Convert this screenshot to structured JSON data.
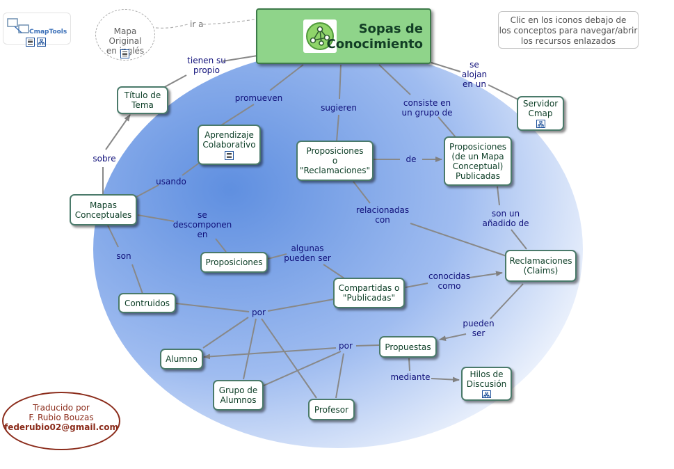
{
  "title": "Sopas de\nConocimiento",
  "note": "Clic en los iconos debajo de\nlos conceptos para navegar/abrir\nlos recursos enlazados",
  "original_map": {
    "text": "Mapa\nOriginal\nen inglés",
    "link_label": "ir a"
  },
  "cmaptools_logo": "CmapTools",
  "translator": {
    "line1": "Traducido por",
    "line2": "F. Rubio Bouzas",
    "email": "federubio02@gmail.com"
  },
  "colors": {
    "node_text": "#0b3d25",
    "link_text": "#10107a",
    "main_fill": "#8fd48a",
    "background_blob": "#7aa6e6"
  },
  "concepts": {
    "titulo": "Título de\nTema",
    "aprendizaje": "Aprendizaje\nColaborativo",
    "proposiciones_reclamaciones": "Proposiciones\no\n\"Reclamaciones\"",
    "proposiciones_publicadas": "Proposiciones\n(de un Mapa\nConceptual)\nPublicadas",
    "servidor": "Servidor\nCmap",
    "mapas": "Mapas\nConceptuales",
    "proposiciones": "Proposiciones",
    "reclamaciones": "Reclamaciones\n(Claims)",
    "compartidas": "Compartidas o\n\"Publicadas\"",
    "contruidos": "Contruidos",
    "propuestas": "Propuestas",
    "alumno": "Alumno",
    "grupo": "Grupo de\nAlumnos",
    "profesor": "Profesor",
    "hilos": "Hilos de\nDiscusión"
  },
  "links": {
    "tienen_su_propio": "tienen su\npropio",
    "promueven": "promueven",
    "sugieren": "sugieren",
    "consiste": "consiste en\nun grupo de",
    "se_alojan": "se\nalojan\nen un",
    "sobre": "sobre",
    "usando": "usando",
    "de": "de",
    "relacionadas": "relacionadas\ncon",
    "son_un_anadido": "son un\nañadido de",
    "se_descomponen": "se\ndescomponen\nen",
    "algunas": "algunas\npueden ser",
    "son": "son",
    "conocidas": "conocidas\ncomo",
    "por1": "por",
    "pueden_ser": "pueden\nser",
    "por2": "por",
    "mediante": "mediante"
  }
}
